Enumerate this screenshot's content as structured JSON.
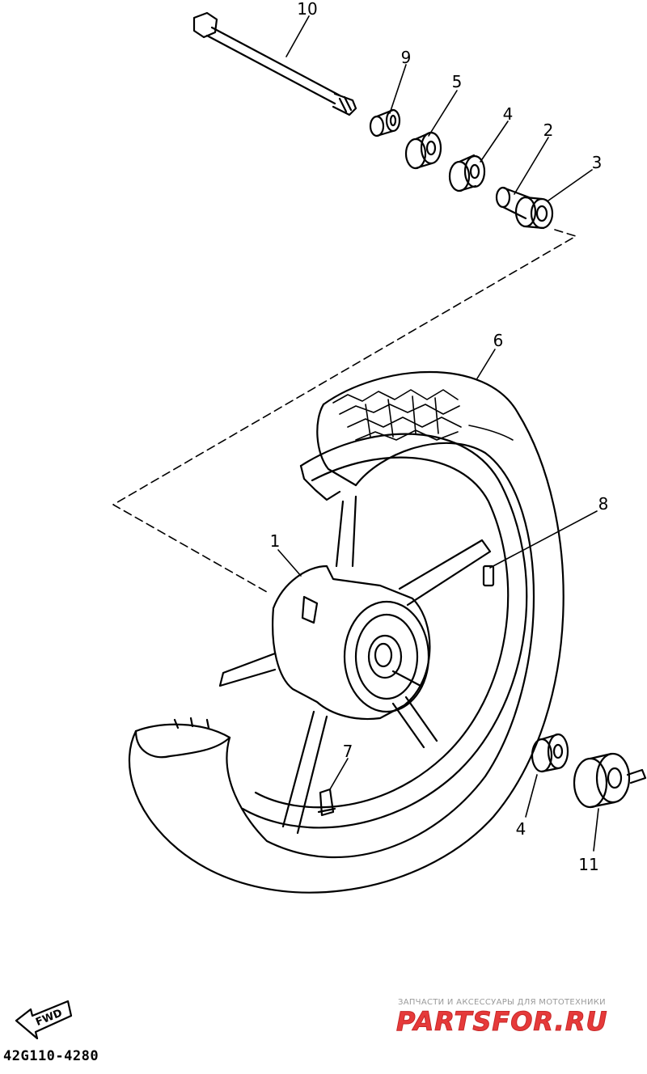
{
  "diagram": {
    "callouts": [
      {
        "id": "1",
        "label": "1"
      },
      {
        "id": "2",
        "label": "2"
      },
      {
        "id": "3",
        "label": "3"
      },
      {
        "id": "4a",
        "label": "4"
      },
      {
        "id": "4b",
        "label": "4"
      },
      {
        "id": "5",
        "label": "5"
      },
      {
        "id": "6",
        "label": "6"
      },
      {
        "id": "7",
        "label": "7"
      },
      {
        "id": "8",
        "label": "8"
      },
      {
        "id": "9",
        "label": "9"
      },
      {
        "id": "10",
        "label": "10"
      },
      {
        "id": "11",
        "label": "11"
      }
    ],
    "fwd_label": "FWD",
    "code": "42G110-4280",
    "watermark": {
      "tagline": "ЗАПЧАСТИ И АКСЕССУАРЫ ДЛЯ МОТОТЕХНИКИ",
      "brand": "PARTSFOR.RU",
      "color": "#e63a3a"
    }
  }
}
